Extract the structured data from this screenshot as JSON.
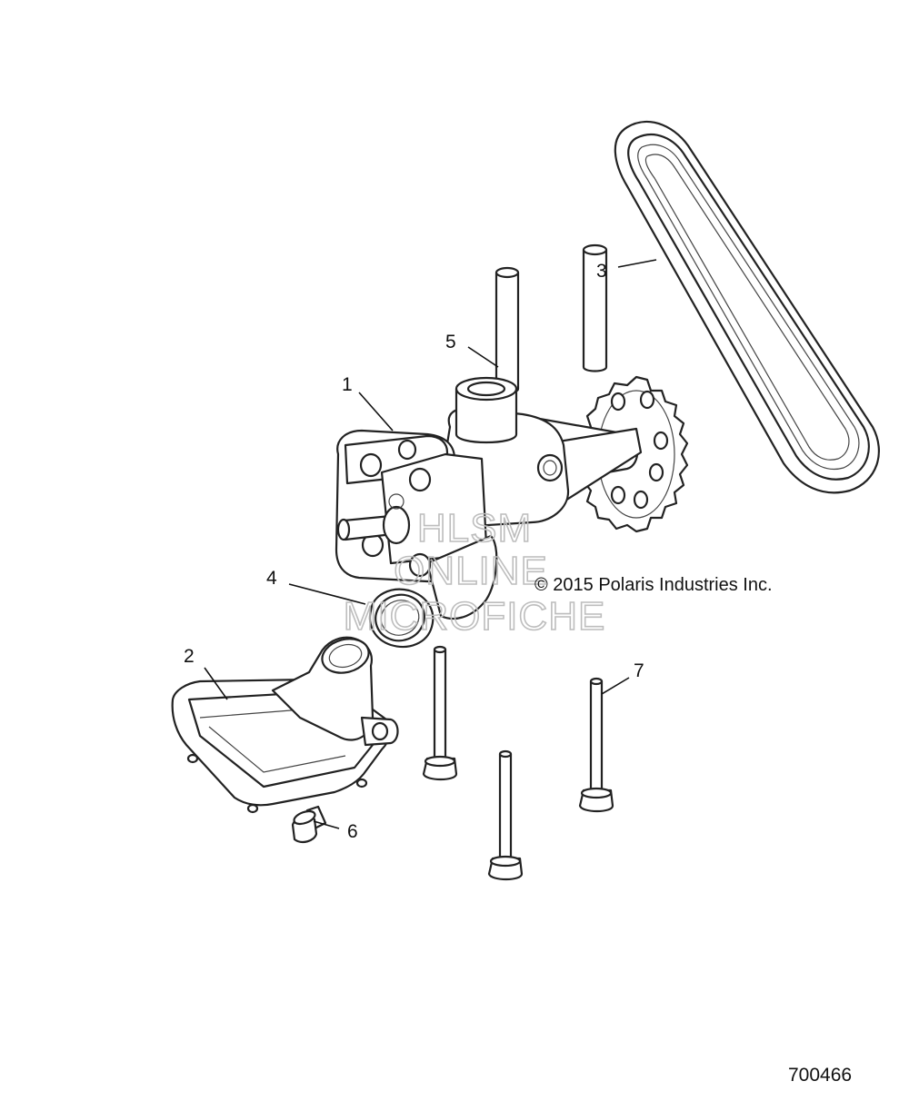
{
  "callouts": [
    {
      "number": "1"
    },
    {
      "number": "2"
    },
    {
      "number": "3"
    },
    {
      "number": "4"
    },
    {
      "number": "5"
    },
    {
      "number": "6"
    },
    {
      "number": "7"
    }
  ],
  "copyright": "© 2015 Polaris Industries Inc.",
  "diagram_id": "700466",
  "watermark": {
    "line1": "HLSM",
    "line2": "ONLINE",
    "line3": "MICROFICHE"
  },
  "colors": {
    "ink": "#222222",
    "watermark": "#bdbdbd",
    "background": "#ffffff"
  }
}
